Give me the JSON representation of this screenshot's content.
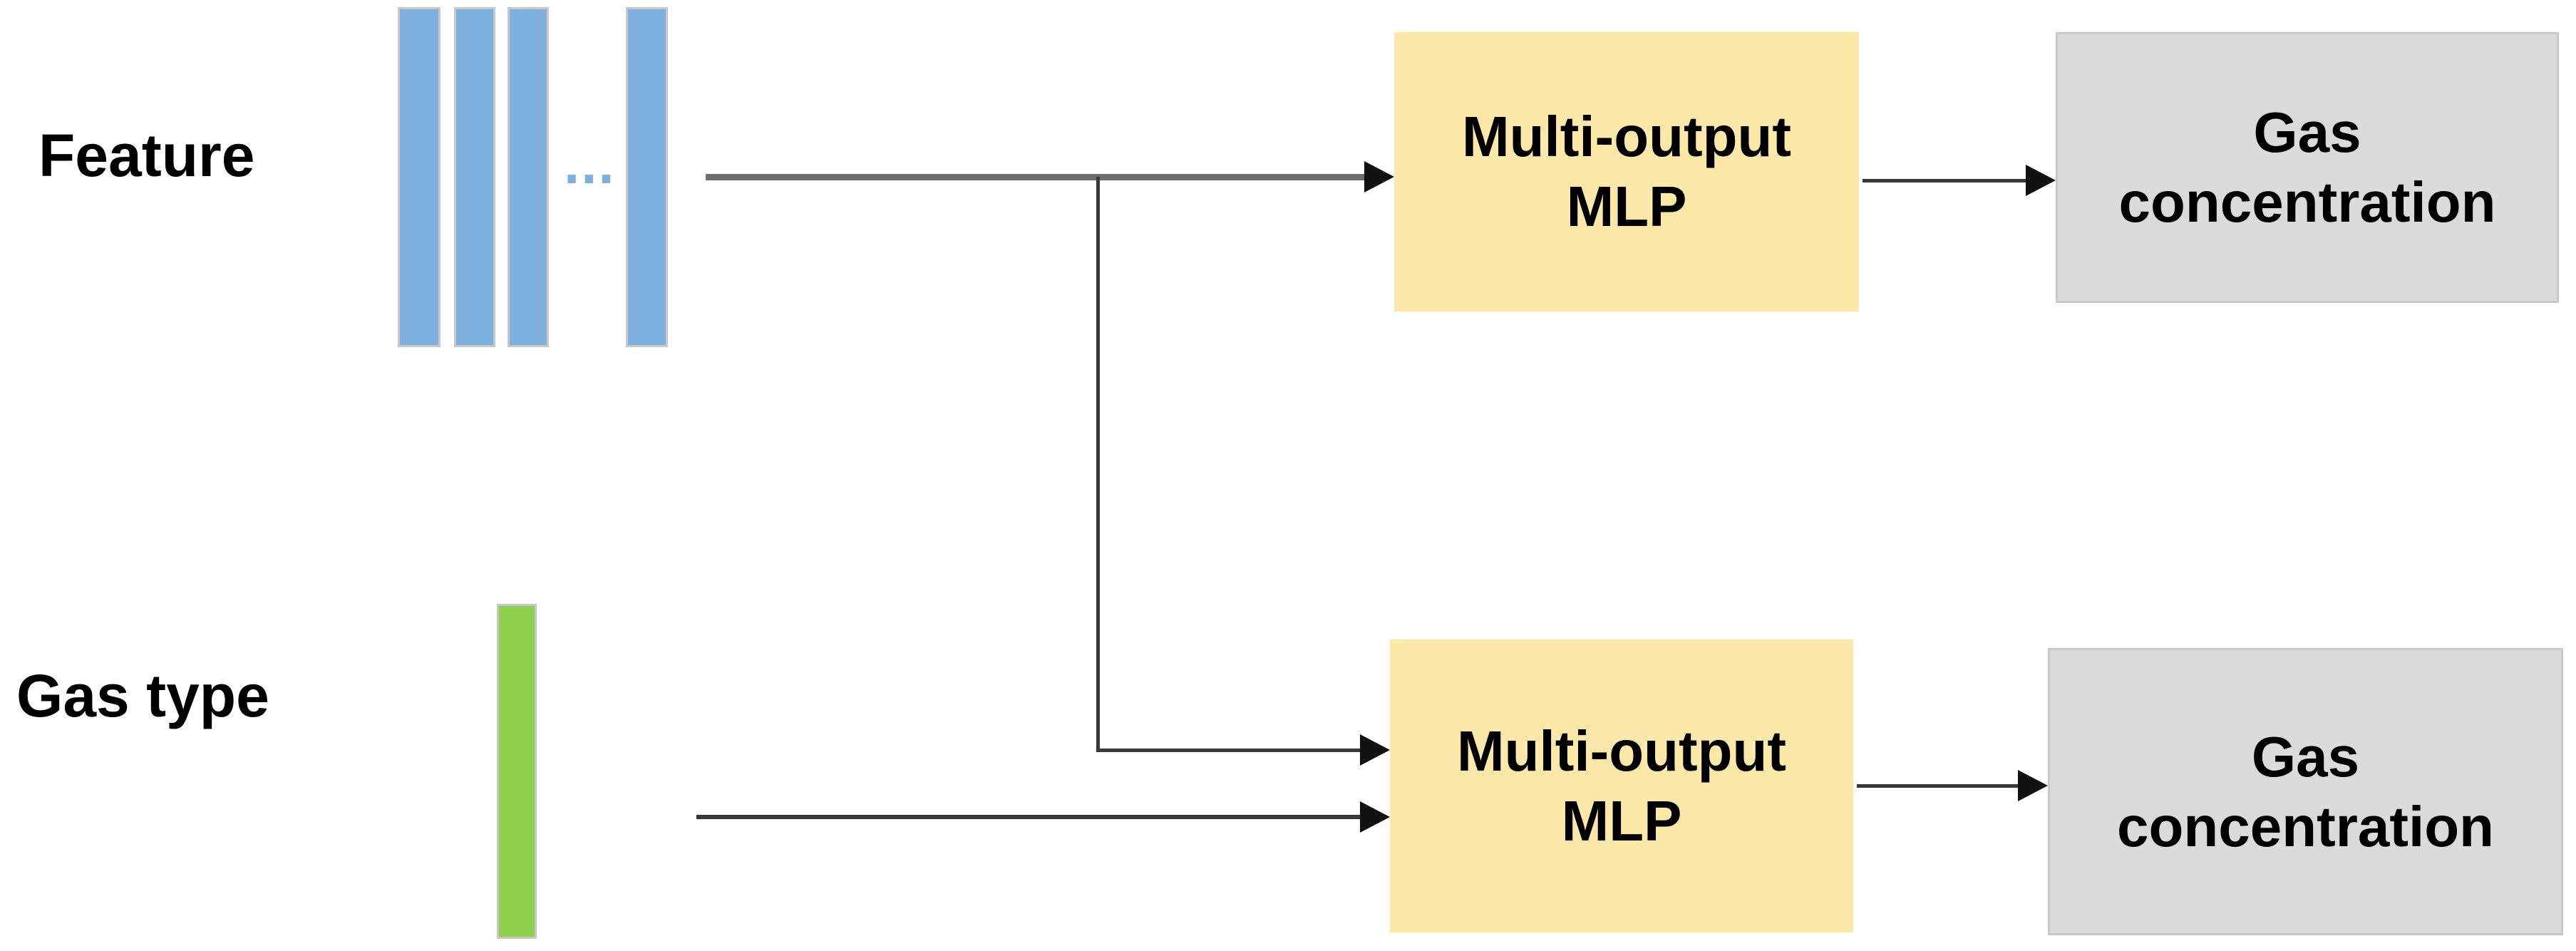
{
  "diagram": {
    "inputs": {
      "feature_label": "Feature",
      "feature_bars_ellipsis": "...",
      "gas_type_label": "Gas type"
    },
    "boxes": {
      "mlp_top": {
        "line1": "Multi-output",
        "line2": "MLP"
      },
      "gas_concentration_top": {
        "line1": "Gas",
        "line2": "concentration"
      },
      "mlp_bottom": {
        "line1": "Multi-output",
        "line2": "MLP"
      },
      "gas_concentration_bottom": {
        "line1": "Gas",
        "line2": "concentration"
      }
    },
    "colors": {
      "feature_bar_fill": "#7EB0DD",
      "gas_type_bar_fill": "#8FD04F",
      "mlp_box_fill": "#FCE8A8",
      "gas_box_fill": "#DBDBDB",
      "gas_box_border": "#C9C9C9",
      "feature_arrow_line": "#6E6E6E",
      "dark_arrow_line": "#383838",
      "arrowhead": "#111111",
      "label_text": "#000000"
    }
  }
}
